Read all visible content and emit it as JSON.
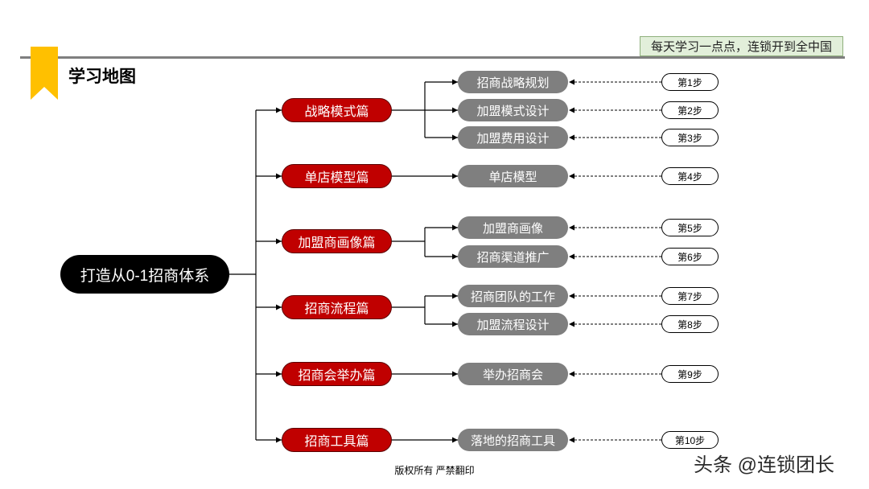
{
  "slogan": "每天学习一点点，连锁开到全中国",
  "title": "学习地图",
  "root": "打造从0-1招商体系",
  "branches": [
    {
      "label": "战略模式篇",
      "children": [
        {
          "label": "招商战略规划",
          "step": "第1步"
        },
        {
          "label": "加盟模式设计",
          "step": "第2步"
        },
        {
          "label": "加盟费用设计",
          "step": "第3步"
        }
      ]
    },
    {
      "label": "单店模型篇",
      "children": [
        {
          "label": "单店模型",
          "step": "第4步"
        }
      ]
    },
    {
      "label": "加盟商画像篇",
      "children": [
        {
          "label": "加盟商画像",
          "step": "第5步"
        },
        {
          "label": "招商渠道推广",
          "step": "第6步"
        }
      ]
    },
    {
      "label": "招商流程篇",
      "children": [
        {
          "label": "招商团队的工作",
          "step": "第7步"
        },
        {
          "label": "加盟流程设计",
          "step": "第8步"
        }
      ]
    },
    {
      "label": "招商会举办篇",
      "children": [
        {
          "label": "举办招商会",
          "step": "第9步"
        }
      ]
    },
    {
      "label": "招商工具篇",
      "children": [
        {
          "label": "落地的招商工具",
          "step": "第10步"
        }
      ]
    }
  ],
  "footer": "版权所有 严禁翻印",
  "watermark": "头条 @连锁团长",
  "colors": {
    "branch": "#c00000",
    "topic": "#7f7f7f",
    "bookmark": "#ffc000",
    "root": "#000000",
    "slogan_bg": "#e2efda"
  },
  "icons": {
    "bookmark": "bookmark-icon"
  }
}
